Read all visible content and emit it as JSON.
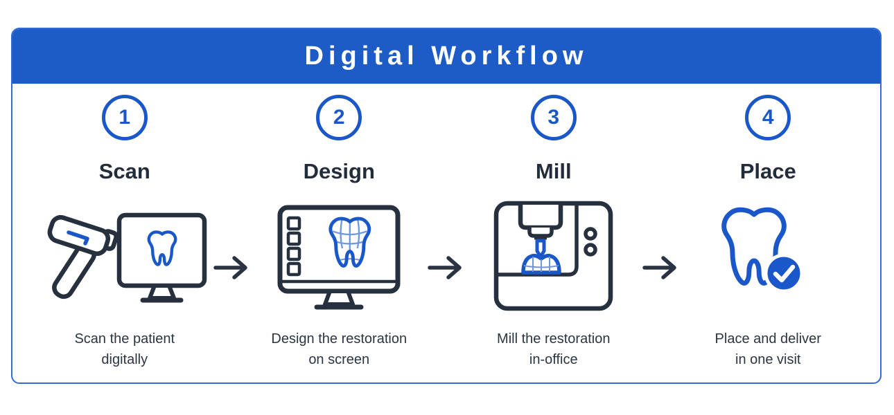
{
  "header": {
    "title": "Digital Workflow"
  },
  "steps": [
    {
      "number": "1",
      "title": "Scan",
      "desc": [
        "Scan the patient",
        "digitally"
      ],
      "icon": "intraoral-scanner-and-monitor-icon"
    },
    {
      "number": "2",
      "title": "Design",
      "desc": [
        "Design the restoration",
        "on screen"
      ],
      "icon": "design-software-monitor-icon"
    },
    {
      "number": "3",
      "title": "Mill",
      "desc": [
        "Mill the restoration",
        "in-office"
      ],
      "icon": "milling-machine-icon"
    },
    {
      "number": "4",
      "title": "Place",
      "desc": [
        "Place and deliver",
        "in one visit"
      ],
      "icon": "tooth-check-icon"
    }
  ],
  "arrow": {
    "glyph": "→",
    "name": "right-arrow-icon"
  },
  "colors": {
    "header_blue": "#1d5cc7",
    "accent_blue": "#1a57c9",
    "wireframe_blue": "#6f97dd",
    "dark_navy": "#27303e",
    "card_border": "#2f6bd3",
    "title_text": "#232c3a",
    "body_text": "#2b3542"
  }
}
